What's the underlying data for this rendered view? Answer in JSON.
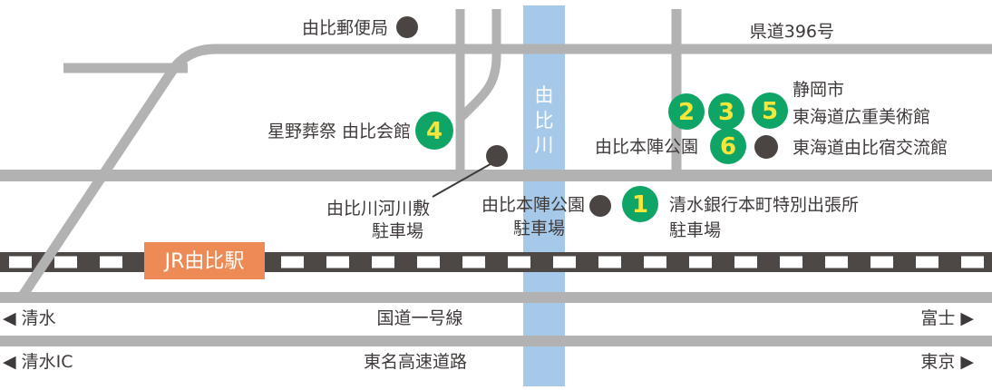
{
  "colors": {
    "road": "#B2B2B2",
    "river": "#A6C9EA",
    "rail_dark": "#4D4845",
    "marker_dark": "#4A4542",
    "green": "#0FA566",
    "number_yellow": "#F5E63C",
    "station_orange": "#ED8A55",
    "text": "#3E3A39",
    "white": "#FFFFFF"
  },
  "river": {
    "name": "由比川",
    "chars": [
      "由",
      "比",
      "川"
    ]
  },
  "roads": {
    "prefectural_label": "県道396号",
    "national_label": "国道一号線",
    "expressway_label": "東名高速道路"
  },
  "railway": {
    "station_label": "JR由比駅"
  },
  "directions": {
    "national_left": "◀ 清水",
    "national_right": "富士 ▶",
    "expressway_left": "◀ 清水IC",
    "expressway_right": "東京 ▶"
  },
  "markers": {
    "m1": {
      "number": "1",
      "line1": "清水銀行本町特別出張所",
      "line2": "駐車場"
    },
    "m2": {
      "number": "2"
    },
    "m3": {
      "number": "3"
    },
    "m4": {
      "number": "4",
      "label": "星野葬祭 由比会館"
    },
    "m5": {
      "number": "5",
      "line1": "静岡市",
      "line2": "東海道広重美術館"
    },
    "m6": {
      "number": "6",
      "label": "由比本陣公園"
    }
  },
  "places": {
    "post_office": "由比郵便局",
    "riverbed_parking_line1": "由比川河川敷",
    "riverbed_parking_line2": "駐車場",
    "honjin_parking_line1": "由比本陣公園",
    "honjin_parking_line2": "駐車場",
    "koryukan": "東海道由比宿交流館"
  }
}
